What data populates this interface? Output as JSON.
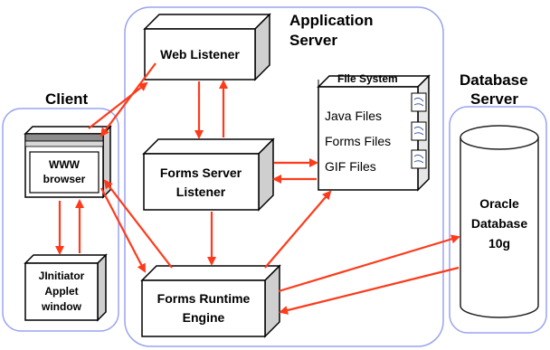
{
  "regions": {
    "client": "Client",
    "app_server_line1": "Application",
    "app_server_line2": "Server",
    "db_server_line1": "Database",
    "db_server_line2": "Server"
  },
  "nodes": {
    "www_browser_line1": "WWW",
    "www_browser_line2": "browser",
    "jinitiator_line1": "JInitiator",
    "jinitiator_line2": "Applet",
    "jinitiator_line3": "window",
    "web_listener": "Web Listener",
    "forms_server_listener_line1": "Forms Server",
    "forms_server_listener_line2": "Listener",
    "forms_runtime_engine_line1": "Forms Runtime",
    "forms_runtime_engine_line2": "Engine",
    "file_system_title": "File System",
    "file_system_items": [
      "Java Files",
      "Forms Files",
      "GIF Files"
    ],
    "oracle_db_line1": "Oracle",
    "oracle_db_line2": "Database",
    "oracle_db_line3": "10g"
  },
  "colors": {
    "region_border": "#9aa3f0",
    "arrow": "#ff3a1a",
    "box_stroke": "#000000",
    "box_fill": "#ffffff",
    "cylinder_stroke": "#222222"
  }
}
